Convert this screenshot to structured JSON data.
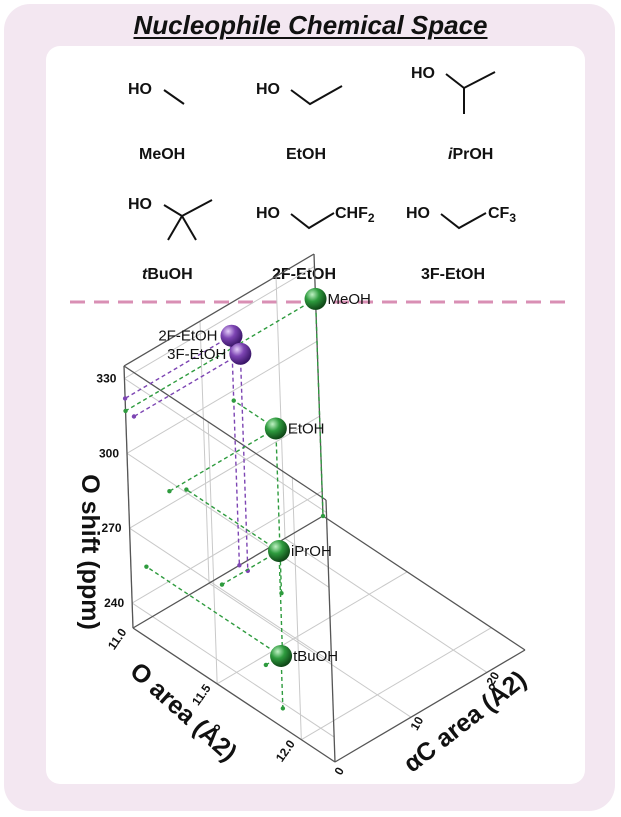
{
  "title": "Nucleophile Chemical Space",
  "molecules": [
    {
      "name": "MeOH",
      "ho": "HO",
      "sub": ""
    },
    {
      "name": "EtOH",
      "ho": "HO",
      "sub": ""
    },
    {
      "name": "iPrOH",
      "prefix": "i",
      "rest": "PrOH",
      "ho": "HO",
      "sub": ""
    },
    {
      "name": "tBuOH",
      "prefix": "t",
      "rest": "BuOH",
      "ho": "HO",
      "sub": ""
    },
    {
      "name": "2F-EtOH",
      "ho": "HO",
      "sub": "CHF",
      "subscript": "2"
    },
    {
      "name": "3F-EtOH",
      "ho": "HO",
      "sub": "CF",
      "subscript": "3"
    }
  ],
  "colors": {
    "card": "#f3e7f1",
    "divider": "#d98fb4",
    "green": "#2e9b3e",
    "purple": "#7d45b3",
    "grid": "#c9c9c9"
  },
  "chart_data": {
    "type": "scatter",
    "projection": "3d",
    "xlabel": "αC area (Å2)",
    "ylabel": "O area (Å2)",
    "zlabel": "O shift (ppm)",
    "x_ticks": [
      0,
      10,
      20
    ],
    "y_ticks": [
      "11.0",
      "11.5",
      "12.0"
    ],
    "z_ticks": [
      240,
      270,
      300,
      330
    ],
    "xlim": [
      0,
      25
    ],
    "ylim": [
      11.0,
      12.2
    ],
    "zlim": [
      230,
      335
    ],
    "drop_lines": true,
    "points": [
      {
        "label": "MeOH",
        "x": 25,
        "y": 11.0,
        "z": 317,
        "group": "green"
      },
      {
        "label": "EtOH",
        "x": 14,
        "y": 11.25,
        "z": 296,
        "group": "green"
      },
      {
        "label": "2F-EtOH",
        "x": 14,
        "y": 11.0,
        "z": 322,
        "group": "purple"
      },
      {
        "label": "3F-EtOH",
        "x": 14,
        "y": 11.05,
        "z": 317,
        "group": "purple"
      },
      {
        "label": "iPrOH",
        "x": 7.5,
        "y": 11.55,
        "z": 272,
        "group": "green"
      },
      {
        "label": "tBuOH",
        "x": 2,
        "y": 11.8,
        "z": 251,
        "group": "green"
      }
    ]
  }
}
